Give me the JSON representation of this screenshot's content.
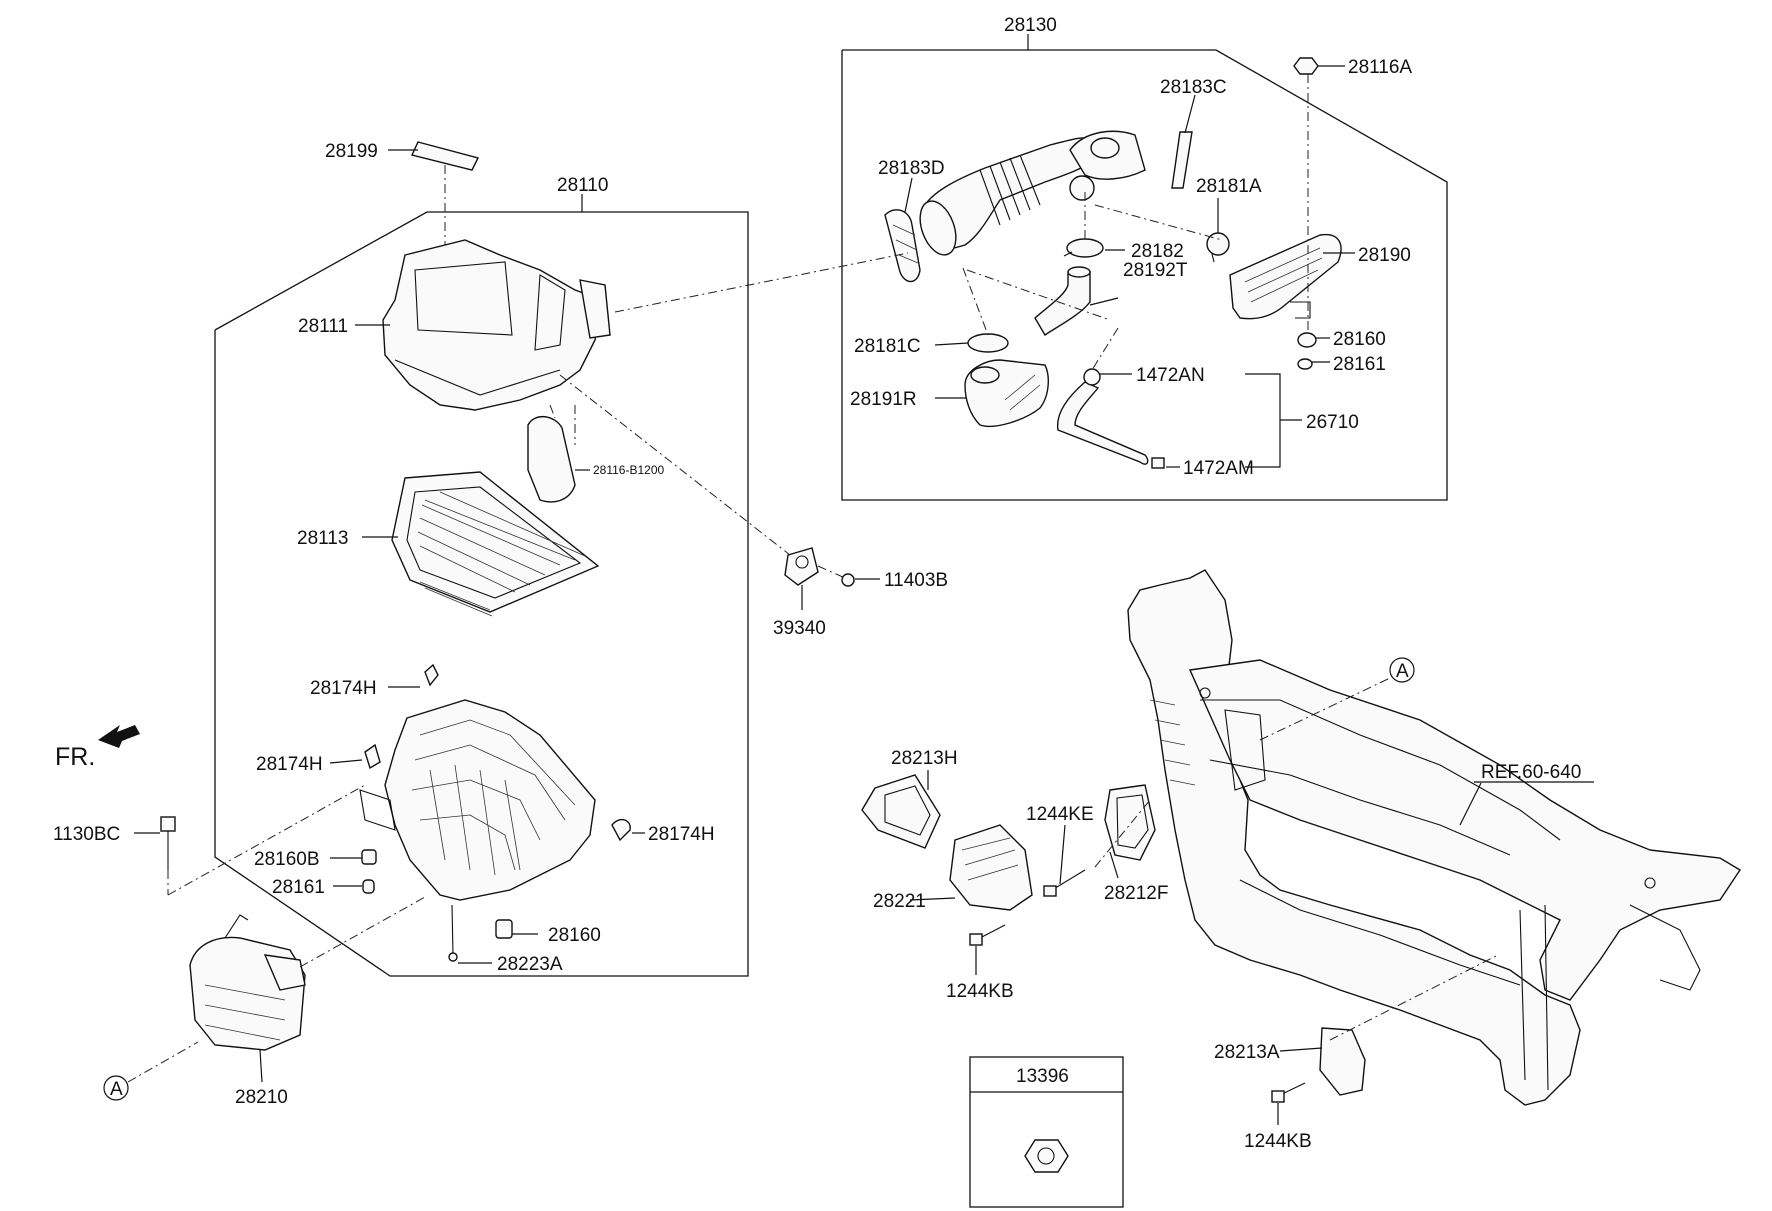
{
  "parts": {
    "p28130": "28130",
    "p28116A": "28116A",
    "p28183C": "28183C",
    "p28183D": "28183D",
    "p28181A": "28181A",
    "p28182": "28182",
    "p28190": "28190",
    "p28192T": "28192T",
    "p28181C": "28181C",
    "p28160_top": "28160",
    "p28161_top": "28161",
    "p1472AN": "1472AN",
    "p28191R": "28191R",
    "p26710": "26710",
    "p1472AM": "1472AM",
    "p28199": "28199",
    "p28110": "28110",
    "p28111": "28111",
    "p28116_B1200": "28116-B1200",
    "p28113": "28113",
    "p11403B": "11403B",
    "p39340": "39340",
    "p28174H_a": "28174H",
    "p28174H_b": "28174H",
    "p28174H_c": "28174H",
    "p1130BC": "1130BC",
    "p28160B": "28160B",
    "p28161_mid": "28161",
    "p28160_mid": "28160",
    "p28223A": "28223A",
    "p28210": "28210",
    "p28213H": "28213H",
    "p1244KE": "1244KE",
    "p28212F": "28212F",
    "p28221": "28221",
    "p1244KB_a": "1244KB",
    "p13396": "13396",
    "p28213A": "28213A",
    "p1244KB_b": "1244KB"
  },
  "ref": {
    "circle_a1": "A",
    "circle_a2": "A",
    "ref_label": "REF.60-640"
  },
  "front": {
    "label": "FR."
  }
}
